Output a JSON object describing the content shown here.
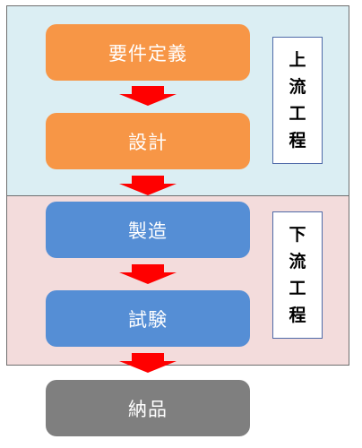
{
  "phases": {
    "upper": {
      "chars": [
        "上",
        "流",
        "工",
        "程"
      ]
    },
    "lower": {
      "chars": [
        "下",
        "流",
        "工",
        "程"
      ]
    }
  },
  "steps": [
    {
      "label": "要件定義"
    },
    {
      "label": "設計"
    },
    {
      "label": "製造"
    },
    {
      "label": "試験"
    },
    {
      "label": "納品"
    }
  ],
  "colors": {
    "upper_band": "#dbeef3",
    "lower_band": "#f3dcdc",
    "upper_step": "#f79646",
    "lower_step": "#558ed5",
    "final_step": "#7f7f7f",
    "arrow": "#ff0000"
  }
}
